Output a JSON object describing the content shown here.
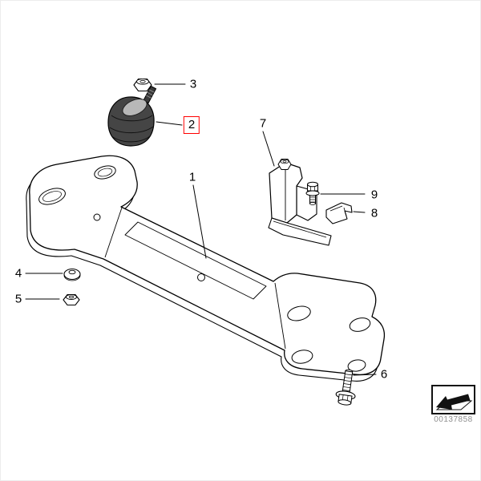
{
  "callouts": [
    {
      "label": "1",
      "highlighted": false
    },
    {
      "label": "2",
      "highlighted": true
    },
    {
      "label": "3",
      "highlighted": false
    },
    {
      "label": "4",
      "highlighted": false
    },
    {
      "label": "5",
      "highlighted": false
    },
    {
      "label": "6",
      "highlighted": false
    },
    {
      "label": "7",
      "highlighted": false
    },
    {
      "label": "8",
      "highlighted": false
    },
    {
      "label": "9",
      "highlighted": false
    }
  ],
  "stamp": {
    "number": "00137858"
  },
  "icons": {
    "bottom_right": "3d-arrow-icon"
  },
  "colors": {
    "highlight_box": "#ff0000",
    "diagram_lines": "#000000",
    "stamp_text": "#8f8f8f"
  }
}
